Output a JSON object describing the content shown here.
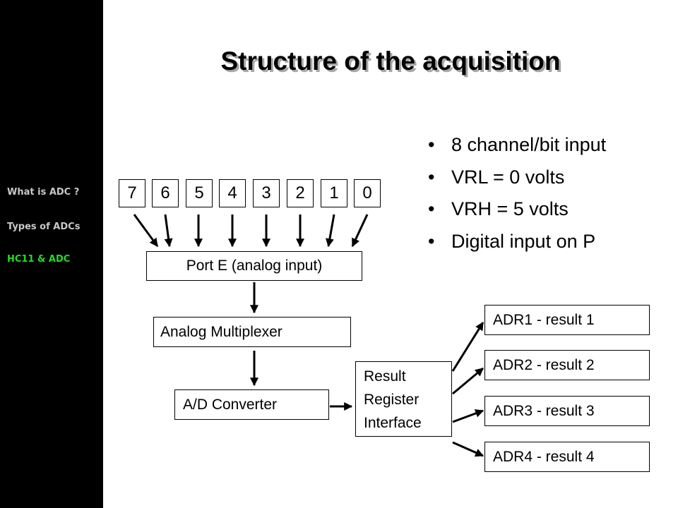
{
  "sidebar": {
    "items": [
      {
        "label": "What is ADC ?",
        "color": "#c8c8c8"
      },
      {
        "label": "Types of ADCs",
        "color": "#c8c8c8"
      },
      {
        "label": "HC11 & ADC",
        "color": "#22dd22"
      }
    ]
  },
  "slide": {
    "title": "Structure of the acquisition",
    "bullet_symbol": "•",
    "bullets": [
      "8 channel/bit input",
      "VRL = 0 volts",
      "VRH = 5 volts",
      "Digital input on P"
    ]
  },
  "diagram": {
    "bits": [
      "7",
      "6",
      "5",
      "4",
      "3",
      "2",
      "1",
      "0"
    ],
    "port_label": "Port E (analog input)",
    "mux_label": "Analog Multiplexer",
    "adc_label": "A/D Converter",
    "result_interface": {
      "line1": "Result",
      "line2": "Register",
      "line3": "Interface"
    },
    "registers": [
      "ADR1 - result 1",
      "ADR2 - result 2",
      "ADR3 - result 3",
      "ADR4 - result 4"
    ]
  }
}
